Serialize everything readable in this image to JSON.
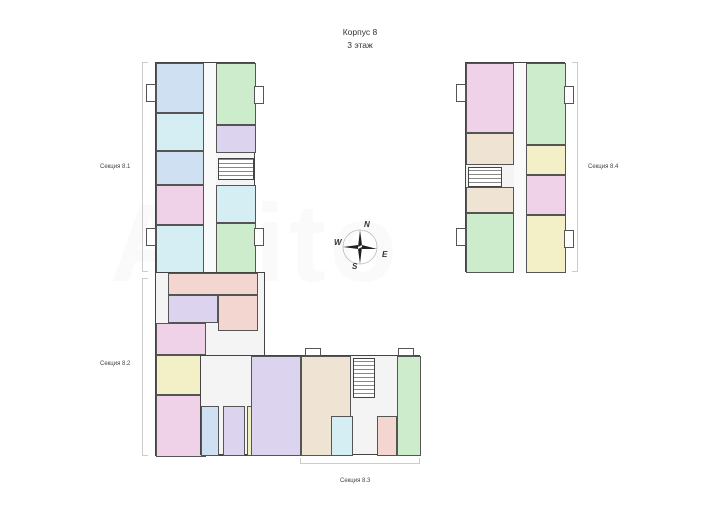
{
  "header": {
    "building": "Корпус 8",
    "floor": "3 этаж"
  },
  "sections": [
    {
      "id": "8.1",
      "label": "Секция 8.1"
    },
    {
      "id": "8.2",
      "label": "Секция 8.2"
    },
    {
      "id": "8.3",
      "label": "Секция 8.3"
    },
    {
      "id": "8.4",
      "label": "Секция 8.4"
    }
  ],
  "compass": {
    "n": "N",
    "s": "S",
    "e": "E",
    "w": "W"
  },
  "watermark": "Avito",
  "colors": {
    "blue": "#cfe0f3",
    "cyan": "#d4eef4",
    "green": "#cdeccb",
    "purple": "#dcd4ef",
    "pink": "#f0d2e8",
    "salmon": "#f4d6d1",
    "yellow": "#f3f0c8",
    "beige": "#efe4d4",
    "walls": "#444444"
  }
}
